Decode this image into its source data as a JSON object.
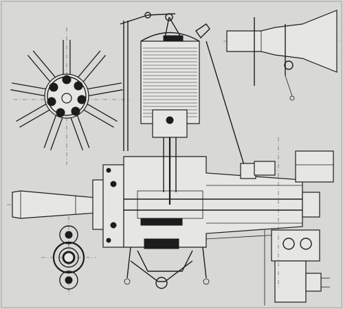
{
  "drawing": {
    "background": "#d8d8d6",
    "ink": "#1c1c1c",
    "paper": "#e6e6e2",
    "views": [
      "radial-engine-front-view",
      "main-engine-section",
      "exhaust-nozzle-section",
      "gear-train-view",
      "carburetor-pump-unit"
    ]
  }
}
